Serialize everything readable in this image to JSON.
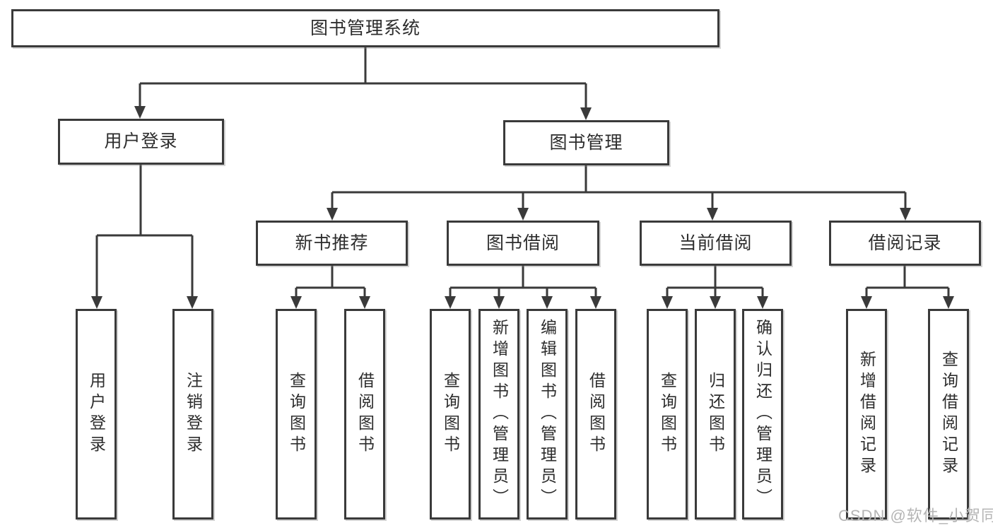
{
  "tree": {
    "root": {
      "label": "图书管理系统"
    },
    "level2": [
      {
        "id": "user-login",
        "label": "用户登录"
      },
      {
        "id": "book-management",
        "label": "图书管理"
      }
    ],
    "level3": [
      {
        "id": "new-book-recommend",
        "label": "新书推荐"
      },
      {
        "id": "book-borrowing",
        "label": "图书借阅"
      },
      {
        "id": "current-borrowing",
        "label": "当前借阅"
      },
      {
        "id": "borrowing-records",
        "label": "借阅记录"
      }
    ],
    "leaves": [
      {
        "id": "user-login-leaf",
        "label": "用户登录"
      },
      {
        "id": "logout",
        "label": "注销登录"
      },
      {
        "id": "query-books-1",
        "label": "查询图书"
      },
      {
        "id": "borrow-books-1",
        "label": "借阅图书"
      },
      {
        "id": "query-books-2",
        "label": "查询图书"
      },
      {
        "id": "add-books-admin",
        "label": "新增图书（管理员）"
      },
      {
        "id": "edit-books-admin",
        "label": "编辑图书（管理员）"
      },
      {
        "id": "borrow-books-2",
        "label": "借阅图书"
      },
      {
        "id": "query-books-3",
        "label": "查询图书"
      },
      {
        "id": "return-books",
        "label": "归还图书"
      },
      {
        "id": "confirm-return-admin",
        "label": "确认归还（管理员）"
      },
      {
        "id": "add-borrow-record",
        "label": "新增借阅记录"
      },
      {
        "id": "query-borrow-record",
        "label": "查询借阅记录"
      }
    ]
  },
  "watermark": {
    "text": "CSDN @软件_小贺同学"
  },
  "colors": {
    "line": "#3a3a3a",
    "text": "#2d2d2d",
    "watermark": "#b5b5b5",
    "background": "#ffffff"
  }
}
